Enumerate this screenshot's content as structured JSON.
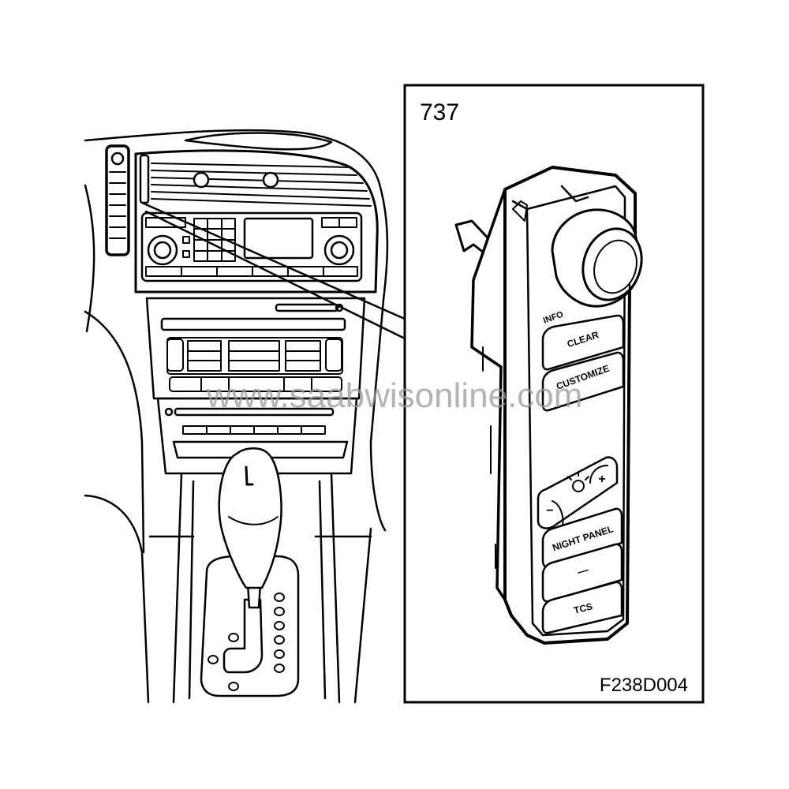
{
  "figure": {
    "detail_number": "737",
    "figure_code": "F238D004",
    "watermark": "www.saabwisonline.com"
  },
  "switch_panel": {
    "knob_label": "INFO",
    "buttons": {
      "clear": "CLEAR",
      "customize": "CUSTOMIZE",
      "dimmer_minus": "−",
      "dimmer_plus": "+",
      "night_panel": "NIGHT PANEL",
      "blank": "—",
      "tcs": "TCS"
    }
  }
}
